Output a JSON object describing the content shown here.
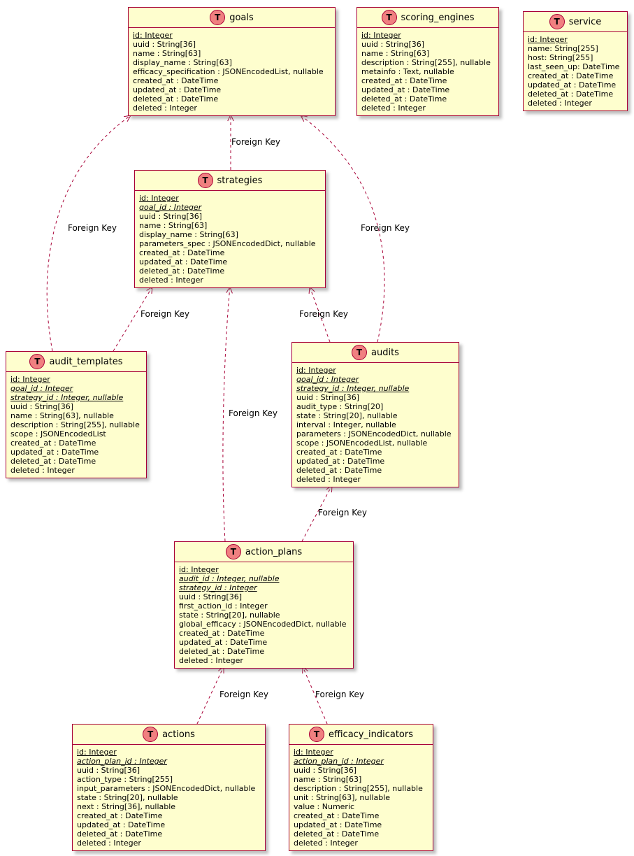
{
  "diagram": {
    "icon_letter": "T",
    "colors": {
      "table_fill": "#FEFECE",
      "table_border": "#A80036",
      "icon_fill": "#F08080",
      "arrow_color": "#A80036",
      "background": "#FFFFFF"
    },
    "tables": [
      {
        "id": "goals",
        "title": "goals",
        "fields": [
          {
            "text": "id: Integer",
            "style": "u"
          },
          {
            "text": "uuid : String[36]",
            "style": ""
          },
          {
            "text": "name : String[63]",
            "style": ""
          },
          {
            "text": "display_name : String[63]",
            "style": ""
          },
          {
            "text": "efficacy_specification : JSONEncodedList, nullable",
            "style": ""
          },
          {
            "text": "created_at : DateTime",
            "style": ""
          },
          {
            "text": "updated_at : DateTime",
            "style": ""
          },
          {
            "text": "deleted_at : DateTime",
            "style": ""
          },
          {
            "text": "deleted : Integer",
            "style": ""
          }
        ]
      },
      {
        "id": "scoring_engines",
        "title": "scoring_engines",
        "fields": [
          {
            "text": "id: Integer",
            "style": "u"
          },
          {
            "text": "uuid : String[36]",
            "style": ""
          },
          {
            "text": "name : String[63]",
            "style": ""
          },
          {
            "text": "description : String[255], nullable",
            "style": ""
          },
          {
            "text": "metainfo : Text, nullable",
            "style": ""
          },
          {
            "text": "created_at : DateTime",
            "style": ""
          },
          {
            "text": "updated_at : DateTime",
            "style": ""
          },
          {
            "text": "deleted_at : DateTime",
            "style": ""
          },
          {
            "text": "deleted : Integer",
            "style": ""
          }
        ]
      },
      {
        "id": "service",
        "title": "service",
        "fields": [
          {
            "text": "id: Integer",
            "style": "u"
          },
          {
            "text": "name: String[255]",
            "style": ""
          },
          {
            "text": "host: String[255]",
            "style": ""
          },
          {
            "text": "last_seen_up: DateTime",
            "style": ""
          },
          {
            "text": "created_at : DateTime",
            "style": ""
          },
          {
            "text": "updated_at : DateTime",
            "style": ""
          },
          {
            "text": "deleted_at : DateTime",
            "style": ""
          },
          {
            "text": "deleted : Integer",
            "style": ""
          }
        ]
      },
      {
        "id": "strategies",
        "title": "strategies",
        "fields": [
          {
            "text": "id: Integer",
            "style": "u"
          },
          {
            "text": "goal_id : Integer",
            "style": "ui"
          },
          {
            "text": "uuid : String[36]",
            "style": ""
          },
          {
            "text": "name : String[63]",
            "style": ""
          },
          {
            "text": "display_name : String[63]",
            "style": ""
          },
          {
            "text": "parameters_spec : JSONEncodedDict, nullable",
            "style": ""
          },
          {
            "text": "created_at : DateTime",
            "style": ""
          },
          {
            "text": "updated_at : DateTime",
            "style": ""
          },
          {
            "text": "deleted_at : DateTime",
            "style": ""
          },
          {
            "text": "deleted : Integer",
            "style": ""
          }
        ]
      },
      {
        "id": "audit_templates",
        "title": "audit_templates",
        "fields": [
          {
            "text": "id: Integer",
            "style": "u"
          },
          {
            "text": "goal_id : Integer",
            "style": "ui"
          },
          {
            "text": "strategy_id : Integer, nullable",
            "style": "ui"
          },
          {
            "text": "uuid : String[36]",
            "style": ""
          },
          {
            "text": "name : String[63], nullable",
            "style": ""
          },
          {
            "text": "description : String[255], nullable",
            "style": ""
          },
          {
            "text": "scope : JSONEncodedList",
            "style": ""
          },
          {
            "text": "created_at : DateTime",
            "style": ""
          },
          {
            "text": "updated_at : DateTime",
            "style": ""
          },
          {
            "text": "deleted_at : DateTime",
            "style": ""
          },
          {
            "text": "deleted : Integer",
            "style": ""
          }
        ]
      },
      {
        "id": "audits",
        "title": "audits",
        "fields": [
          {
            "text": "id: Integer",
            "style": "u"
          },
          {
            "text": "goal_id : Integer",
            "style": "ui"
          },
          {
            "text": "strategy_id : Integer, nullable",
            "style": "ui"
          },
          {
            "text": "uuid : String[36]",
            "style": ""
          },
          {
            "text": "audit_type : String[20]",
            "style": ""
          },
          {
            "text": "state : String[20], nullable",
            "style": ""
          },
          {
            "text": "interval : Integer, nullable",
            "style": ""
          },
          {
            "text": "parameters : JSONEncodedDict, nullable",
            "style": ""
          },
          {
            "text": "scope : JSONEncodedList, nullable",
            "style": ""
          },
          {
            "text": "created_at : DateTime",
            "style": ""
          },
          {
            "text": "updated_at : DateTime",
            "style": ""
          },
          {
            "text": "deleted_at : DateTime",
            "style": ""
          },
          {
            "text": "deleted : Integer",
            "style": ""
          }
        ]
      },
      {
        "id": "action_plans",
        "title": "action_plans",
        "fields": [
          {
            "text": "id: Integer",
            "style": "u"
          },
          {
            "text": "audit_id : Integer, nullable",
            "style": "ui"
          },
          {
            "text": "strategy_id : Integer",
            "style": "ui"
          },
          {
            "text": "uuid : String[36]",
            "style": ""
          },
          {
            "text": "first_action_id : Integer",
            "style": ""
          },
          {
            "text": "state : String[20], nullable",
            "style": ""
          },
          {
            "text": "global_efficacy : JSONEncodedDict, nullable",
            "style": ""
          },
          {
            "text": "created_at : DateTime",
            "style": ""
          },
          {
            "text": "updated_at : DateTime",
            "style": ""
          },
          {
            "text": "deleted_at : DateTime",
            "style": ""
          },
          {
            "text": "deleted : Integer",
            "style": ""
          }
        ]
      },
      {
        "id": "actions",
        "title": "actions",
        "fields": [
          {
            "text": "id: Integer",
            "style": "u"
          },
          {
            "text": "action_plan_id : Integer",
            "style": "ui"
          },
          {
            "text": "uuid : String[36]",
            "style": ""
          },
          {
            "text": "action_type : String[255]",
            "style": ""
          },
          {
            "text": "input_parameters : JSONEncodedDict, nullable",
            "style": ""
          },
          {
            "text": "state : String[20], nullable",
            "style": ""
          },
          {
            "text": "next : String[36], nullable",
            "style": ""
          },
          {
            "text": "created_at : DateTime",
            "style": ""
          },
          {
            "text": "updated_at : DateTime",
            "style": ""
          },
          {
            "text": "deleted_at : DateTime",
            "style": ""
          },
          {
            "text": "deleted : Integer",
            "style": ""
          }
        ]
      },
      {
        "id": "efficacy_indicators",
        "title": "efficacy_indicators",
        "fields": [
          {
            "text": "id: Integer",
            "style": "u"
          },
          {
            "text": "action_plan_id : Integer",
            "style": "ui"
          },
          {
            "text": "uuid : String[36]",
            "style": ""
          },
          {
            "text": "name : String[63]",
            "style": ""
          },
          {
            "text": "description : String[255], nullable",
            "style": ""
          },
          {
            "text": "unit : String[63], nullable",
            "style": ""
          },
          {
            "text": "value : Numeric",
            "style": ""
          },
          {
            "text": "created_at : DateTime",
            "style": ""
          },
          {
            "text": "updated_at : DateTime",
            "style": ""
          },
          {
            "text": "deleted_at : DateTime",
            "style": ""
          },
          {
            "text": "deleted : Integer",
            "style": ""
          }
        ]
      }
    ],
    "relationships": [
      {
        "from": "strategies",
        "to": "goals",
        "label": "Foreign Key"
      },
      {
        "from": "audit_templates",
        "to": "goals",
        "label": "Foreign Key"
      },
      {
        "from": "audit_templates",
        "to": "strategies",
        "label": "Foreign Key"
      },
      {
        "from": "audits",
        "to": "goals",
        "label": "Foreign Key"
      },
      {
        "from": "audits",
        "to": "strategies",
        "label": "Foreign Key"
      },
      {
        "from": "action_plans",
        "to": "strategies",
        "label": "Foreign Key"
      },
      {
        "from": "action_plans",
        "to": "audits",
        "label": "Foreign Key"
      },
      {
        "from": "actions",
        "to": "action_plans",
        "label": "Foreign Key"
      },
      {
        "from": "efficacy_indicators",
        "to": "action_plans",
        "label": "Foreign Key"
      }
    ]
  }
}
